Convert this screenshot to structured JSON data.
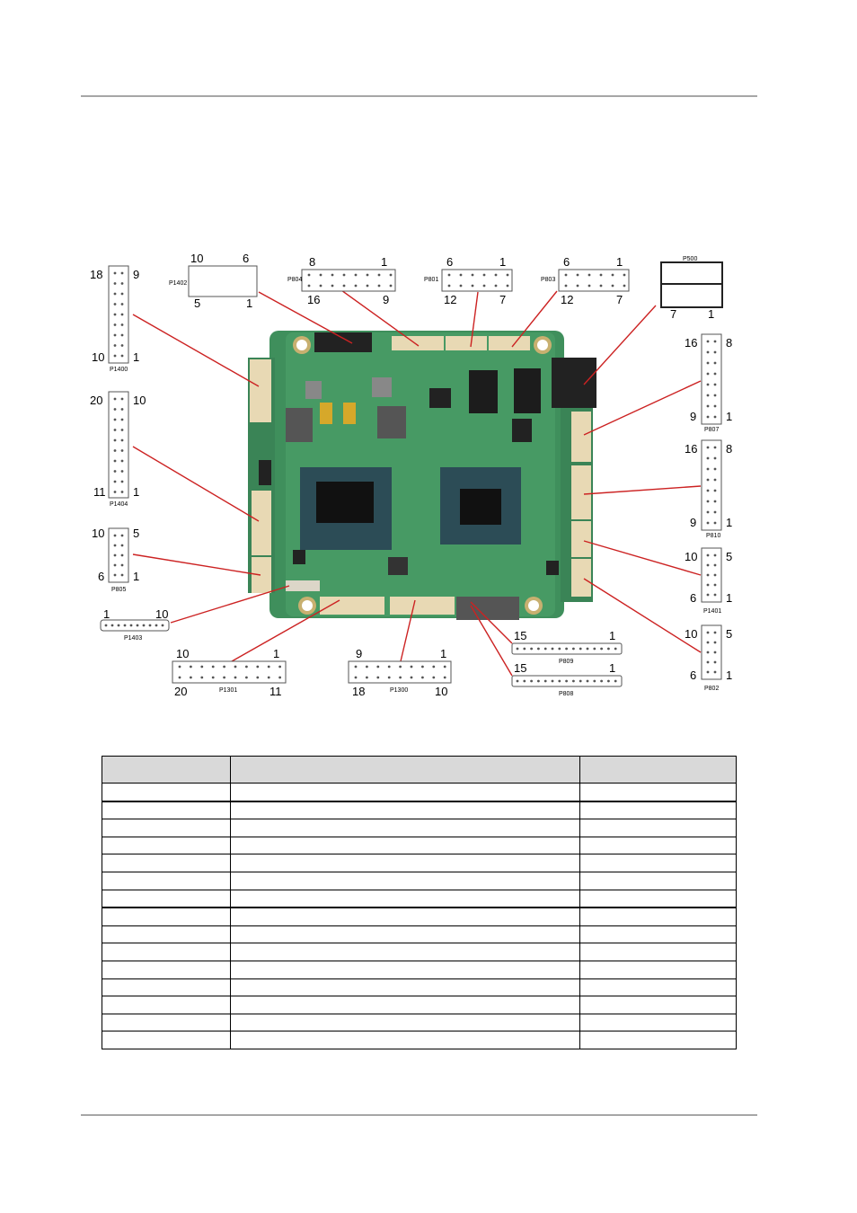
{
  "labels": {
    "P1400": {
      "name": "P1400",
      "tl": "18",
      "tr": "9",
      "bl": "10",
      "br": "1"
    },
    "P1404": {
      "name": "P1404",
      "tl": "20",
      "tr": "10",
      "bl": "11",
      "br": "1"
    },
    "P805": {
      "name": "P805",
      "tl": "10",
      "tr": "5",
      "bl": "6",
      "br": "1"
    },
    "P1403": {
      "name": "P1403",
      "l": "1",
      "r": "10"
    },
    "P1402": {
      "name": "P1402",
      "tl": "10",
      "tr": "6",
      "bl": "5",
      "br": "1"
    },
    "P804": {
      "name": "P804",
      "tl": "8",
      "tr": "1",
      "bl": "16",
      "br": "9"
    },
    "P801": {
      "name": "P801",
      "tl": "6",
      "tr": "1",
      "bl": "12",
      "br": "7"
    },
    "P803": {
      "name": "P803",
      "tl": "6",
      "tr": "1",
      "bl": "12",
      "br": "7"
    },
    "P500": {
      "name": "P500",
      "bl": "7",
      "br": "1"
    },
    "P807": {
      "name": "P807",
      "tl": "16",
      "tr": "8",
      "bl": "9",
      "br": "1"
    },
    "P810": {
      "name": "P810",
      "tl": "16",
      "tr": "8",
      "bl": "9",
      "br": "1"
    },
    "P1401": {
      "name": "P1401",
      "tl": "10",
      "tr": "5",
      "bl": "6",
      "br": "1"
    },
    "P802": {
      "name": "P802",
      "tl": "10",
      "tr": "5",
      "bl": "6",
      "br": "1"
    },
    "P1301": {
      "name": "P1301",
      "tl": "10",
      "tr": "1",
      "bl": "20",
      "br": "11"
    },
    "P1300": {
      "name": "P1300",
      "tl": "9",
      "tr": "1",
      "bl": "18",
      "br": "10"
    },
    "P809": {
      "name": "P809",
      "l": "15",
      "r": "1"
    },
    "P808": {
      "name": "P808",
      "l": "15",
      "r": "1"
    }
  },
  "table": {
    "headers": [
      "",
      "",
      ""
    ],
    "rows": [
      [
        "",
        "",
        ""
      ],
      [
        "",
        "",
        ""
      ],
      [
        "",
        "",
        ""
      ],
      [
        "",
        "",
        ""
      ],
      [
        "",
        "",
        ""
      ],
      [
        "",
        "",
        ""
      ],
      [
        "",
        "",
        ""
      ],
      [
        "",
        "",
        ""
      ],
      [
        "",
        "",
        ""
      ],
      [
        "",
        "",
        ""
      ],
      [
        "",
        "",
        ""
      ],
      [
        "",
        "",
        ""
      ],
      [
        "",
        "",
        ""
      ],
      [
        "",
        "",
        ""
      ],
      [
        "",
        "",
        ""
      ]
    ]
  }
}
